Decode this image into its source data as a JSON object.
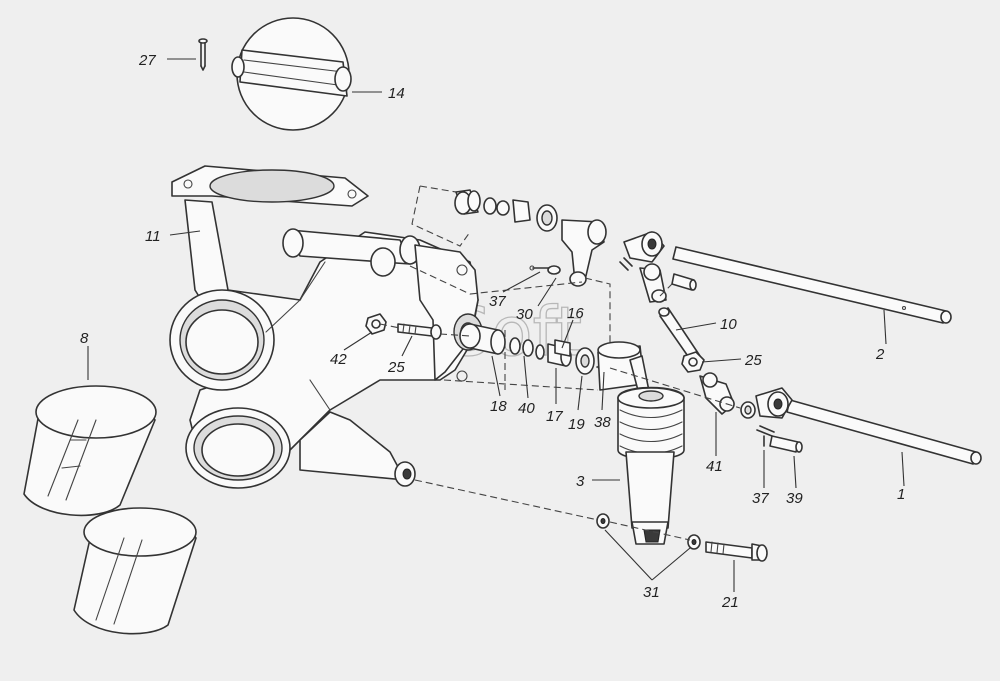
{
  "watermark": "AutoSoft",
  "callouts": [
    {
      "id": "c27",
      "text": "27"
    },
    {
      "id": "c14",
      "text": "14"
    },
    {
      "id": "c11",
      "text": "11"
    },
    {
      "id": "c8",
      "text": "8"
    },
    {
      "id": "c37a",
      "text": "37"
    },
    {
      "id": "c30",
      "text": "30"
    },
    {
      "id": "c16",
      "text": "16"
    },
    {
      "id": "c10",
      "text": "10"
    },
    {
      "id": "c2",
      "text": "2"
    },
    {
      "id": "c42",
      "text": "42"
    },
    {
      "id": "c25a",
      "text": "25"
    },
    {
      "id": "c25b",
      "text": "25"
    },
    {
      "id": "c18",
      "text": "18"
    },
    {
      "id": "c40",
      "text": "40"
    },
    {
      "id": "c17",
      "text": "17"
    },
    {
      "id": "c19",
      "text": "19"
    },
    {
      "id": "c38",
      "text": "38"
    },
    {
      "id": "c41",
      "text": "41"
    },
    {
      "id": "c1",
      "text": "1"
    },
    {
      "id": "c3",
      "text": "3"
    },
    {
      "id": "c37b",
      "text": "37"
    },
    {
      "id": "c39",
      "text": "39"
    },
    {
      "id": "c31",
      "text": "31"
    },
    {
      "id": "c21",
      "text": "21"
    }
  ]
}
